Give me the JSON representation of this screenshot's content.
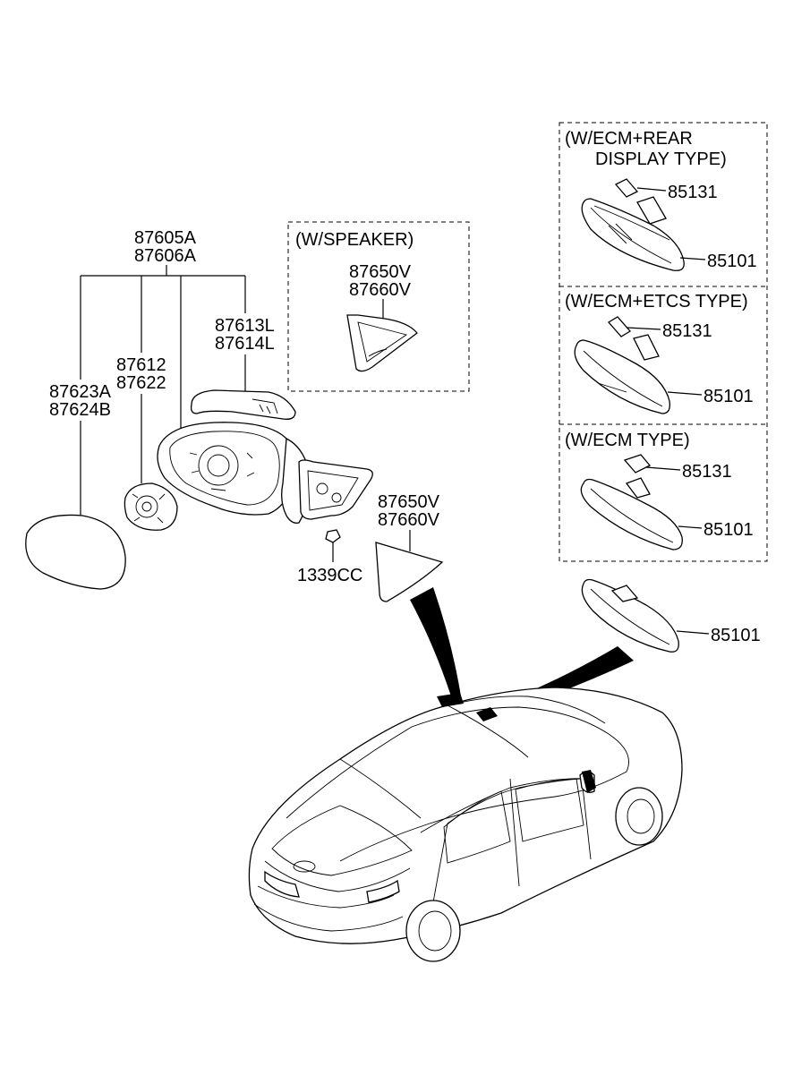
{
  "labels": {
    "mirror_assy": [
      "87605A",
      "87606A"
    ],
    "mirror_glass": [
      "87623A",
      "87624B"
    ],
    "actuator": [
      "87612",
      "87622"
    ],
    "cover": [
      "87613L",
      "87614L"
    ],
    "speaker_part": [
      "87650V",
      "87660V"
    ],
    "triangle_cover": [
      "87650V",
      "87660V"
    ],
    "nut": "1339CC",
    "rear_display_bracket": "85131",
    "rear_display_mirror": "85101",
    "etcs_bracket": "85131",
    "etcs_mirror": "85101",
    "ecm_bracket": "85131",
    "ecm_mirror": "85101",
    "inside_mirror": "85101"
  },
  "boxes": {
    "speaker_title": "(W/SPEAKER)",
    "rear_display_title_1": "(W/ECM+REAR",
    "rear_display_title_2": "DISPLAY TYPE)",
    "etcs_title": "(W/ECM+ETCS TYPE)",
    "ecm_title": "(W/ECM TYPE)"
  }
}
